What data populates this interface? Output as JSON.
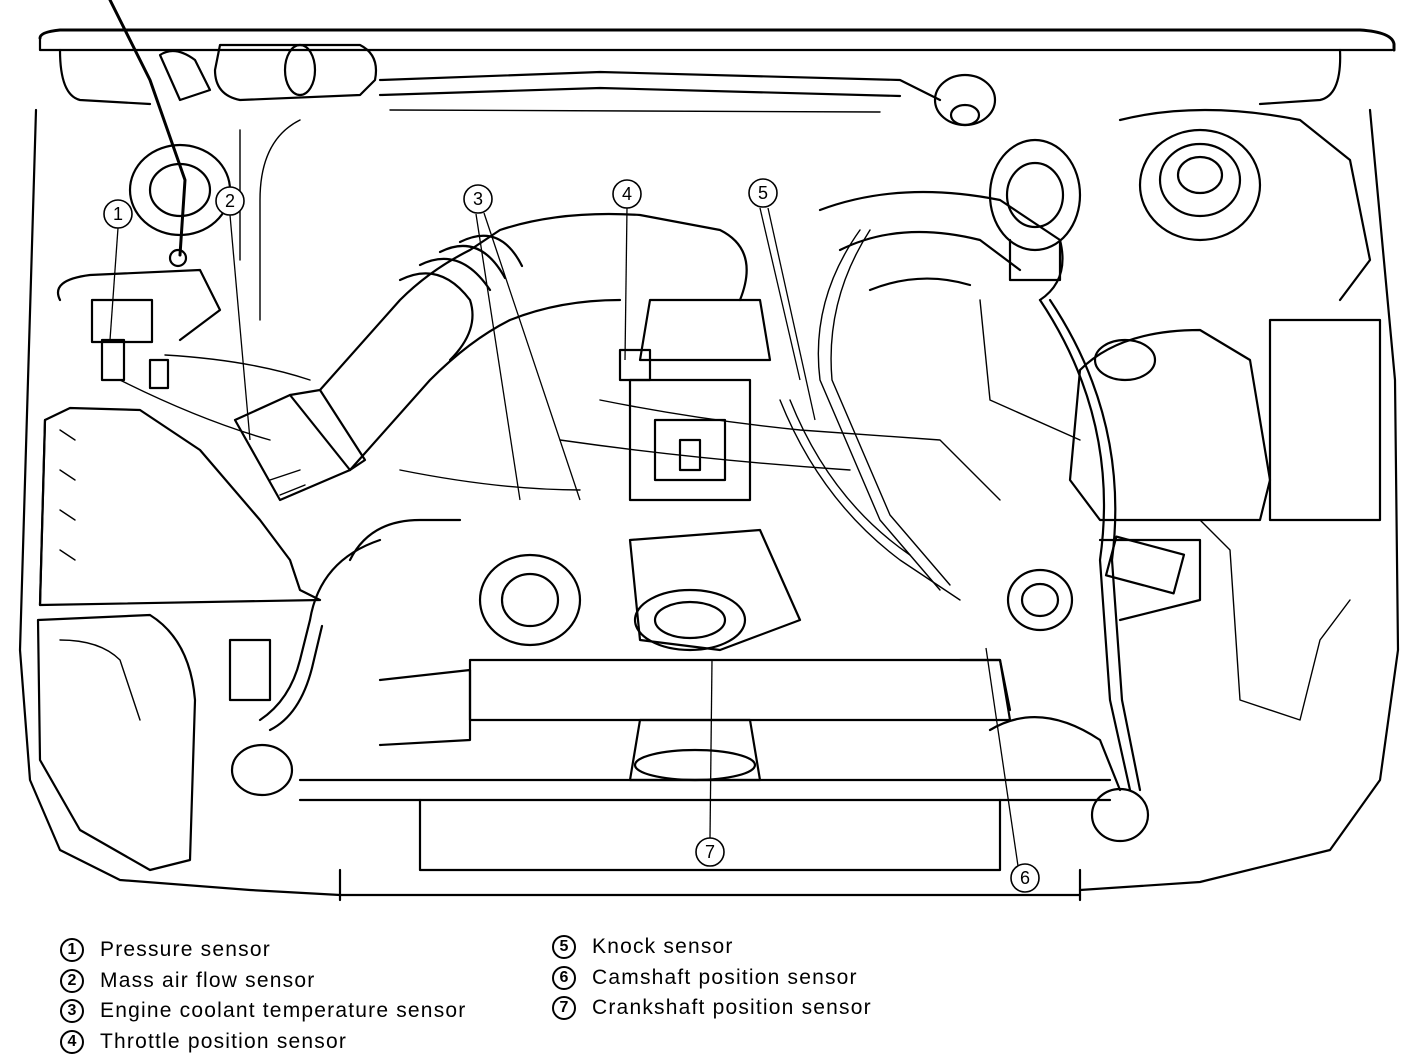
{
  "diagram": {
    "callouts": [
      {
        "id": "1",
        "label": "1"
      },
      {
        "id": "2",
        "label": "2"
      },
      {
        "id": "3",
        "label": "3"
      },
      {
        "id": "4",
        "label": "4"
      },
      {
        "id": "5",
        "label": "5"
      },
      {
        "id": "6",
        "label": "6"
      },
      {
        "id": "7",
        "label": "7"
      }
    ]
  },
  "legend": {
    "left": [
      {
        "num": "1",
        "text": "Pressure sensor"
      },
      {
        "num": "2",
        "text": "Mass air flow sensor"
      },
      {
        "num": "3",
        "text": "Engine coolant temperature sensor"
      },
      {
        "num": "4",
        "text": "Throttle position sensor"
      }
    ],
    "right": [
      {
        "num": "5",
        "text": "Knock sensor"
      },
      {
        "num": "6",
        "text": "Camshaft position sensor"
      },
      {
        "num": "7",
        "text": "Crankshaft position sensor"
      }
    ]
  }
}
